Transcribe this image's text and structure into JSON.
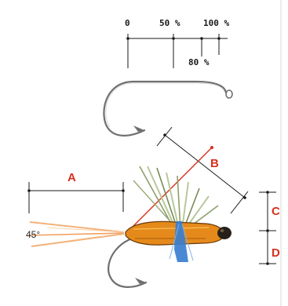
{
  "scale": {
    "marks": [
      "0",
      "50 %",
      "100 %"
    ],
    "lower_mark": "80 %"
  },
  "dimensions": {
    "a": "A",
    "b": "B",
    "c": "C",
    "d": "D"
  },
  "angle": "45°",
  "colors": {
    "accent": "#d6301e",
    "ink": "#1a1a1a",
    "hook": "#6f6f6f",
    "body": "#e58a1a",
    "hackle": "#3a7fd0",
    "wing": "#b9c79a",
    "tail": "#f4b27a"
  }
}
